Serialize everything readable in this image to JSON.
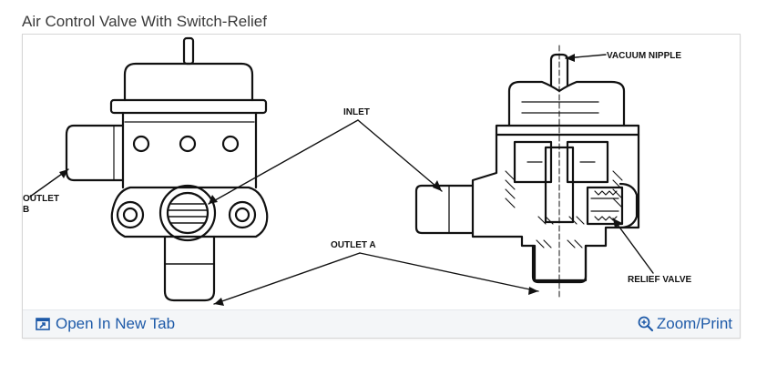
{
  "title": "Air Control Valve With Switch-Relief",
  "diagram": {
    "labels": {
      "vacuum_nipple": "VACUUM NIPPLE",
      "inlet": "INLET",
      "outlet_b_line1": "OUTLET",
      "outlet_b_line2": "B",
      "outlet_a": "OUTLET A",
      "relief_valve": "RELIEF VALVE"
    }
  },
  "toolbar": {
    "open_tab_label": "Open In New Tab",
    "open_tab_icon": "open-in-new-tab-icon",
    "zoom_label": "Zoom/Print",
    "zoom_icon": "magnifier-plus-icon",
    "link_color": "#1e5aa8"
  }
}
